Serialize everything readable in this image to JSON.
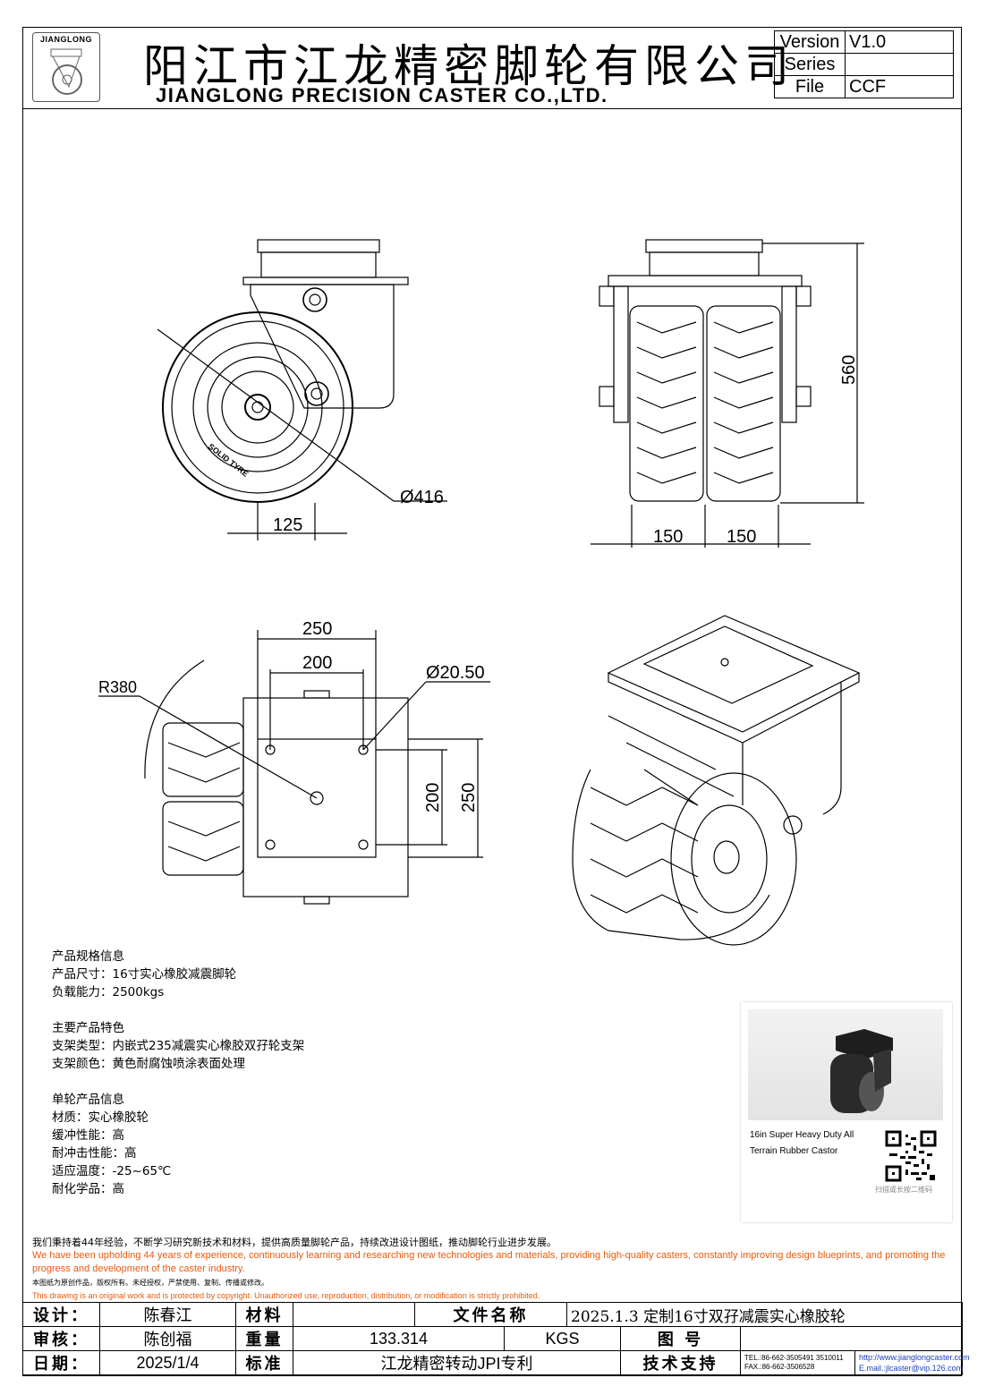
{
  "header": {
    "logo_text": "JIANGLONG",
    "company_cn": "阳江市江龙精密脚轮有限公司",
    "company_en": "JIANGLONG PRECISION CASTER CO.,LTD.",
    "version_label": "Version",
    "version_value": "V1.0",
    "series_label": "Series",
    "series_value": "",
    "file_label": "File",
    "file_value": "CCF"
  },
  "drawing": {
    "side_view": {
      "dim_diameter": "Ø416",
      "dim_offset": "125",
      "tyre_text": "SOLID TYRE"
    },
    "front_view": {
      "dim_height": "560",
      "dim_left": "150",
      "dim_right": "150"
    },
    "top_view": {
      "dim_outer_w": "250",
      "dim_inner_w": "200",
      "dim_hole": "Ø20.50",
      "dim_radius": "R380",
      "dim_inner_h": "200",
      "dim_outer_h": "250"
    }
  },
  "spec": {
    "sec1_title": "产品规格信息",
    "sec1_l1": "产品尺寸：16寸实心橡胶减震脚轮",
    "sec1_l2": "负载能力：2500kgs",
    "sec2_title": "主要产品特色",
    "sec2_l1": "支架类型：内嵌式235减震实心橡胶双孖轮支架",
    "sec2_l2": "支架颜色：黄色耐腐蚀喷涂表面处理",
    "sec3_title": "单轮产品信息",
    "sec3_l1": "材质：实心橡胶轮",
    "sec3_l2": "缓冲性能：高",
    "sec3_l3": "耐冲击性能：高",
    "sec3_l4": "适应温度：-25~65℃",
    "sec3_l5": "耐化学品：高"
  },
  "card": {
    "caption_l1": "16in Super Heavy Duty All",
    "caption_l2": "Terrain Rubber Castor",
    "qr_caption": "扫描或长按二维码"
  },
  "notice": {
    "cn_main": "我们秉持着44年经验，不断学习研究新技术和材料，提供高质量脚轮产品，持续改进设计图纸，推动脚轮行业进步发展。",
    "en_main": "We have been upholding 44 years of experience, continuously learning and researching new technologies and materials, providing high-quality casters, constantly improving design blueprints, and promoting the progress and development of the caster industry.",
    "cn_copy": "本图纸为原创作品，版权所有。未经授权，严禁使用、复制、传播或修改。",
    "en_copy": "This drawing is an original work and is protected by copyright. Unauthorized use, reproduction, distribution, or modification is strictly prohibited."
  },
  "title_block": {
    "design_label": "设计：",
    "designer": "陈春江",
    "material_label": "材料",
    "material_value": "",
    "filename_label": "文件名称",
    "filename_value": "2025.1.3 定制16寸双孖减震实心橡胶轮",
    "review_label": "审核：",
    "reviewer": "陈创福",
    "weight_label": "重量",
    "weight_value": "133.314",
    "weight_unit": "KGS",
    "drawing_no_label": "图    号",
    "drawing_no_value": "",
    "date_label": "日期：",
    "date_value": "2025/1/4",
    "standard_label": "标准",
    "standard_value": "江龙精密转动JPI专利",
    "support_label": "技术支持",
    "tel": "TEL.:86-662-3505491 3510011",
    "fax": "FAX.:86-662-3506528",
    "website": "http://www.jianglongcaster.com",
    "email": "E.mail.:jlcaster@vip.126.com"
  }
}
